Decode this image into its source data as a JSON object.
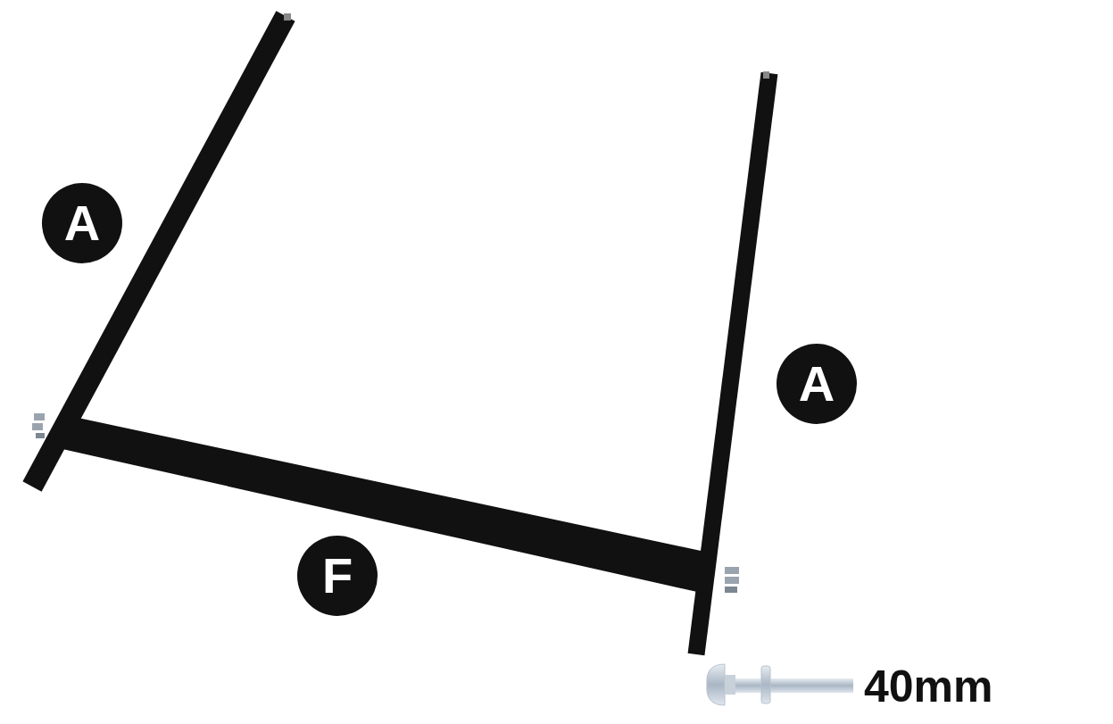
{
  "diagram": {
    "labels": [
      "A",
      "A",
      "F",
      "40mm"
    ]
  }
}
